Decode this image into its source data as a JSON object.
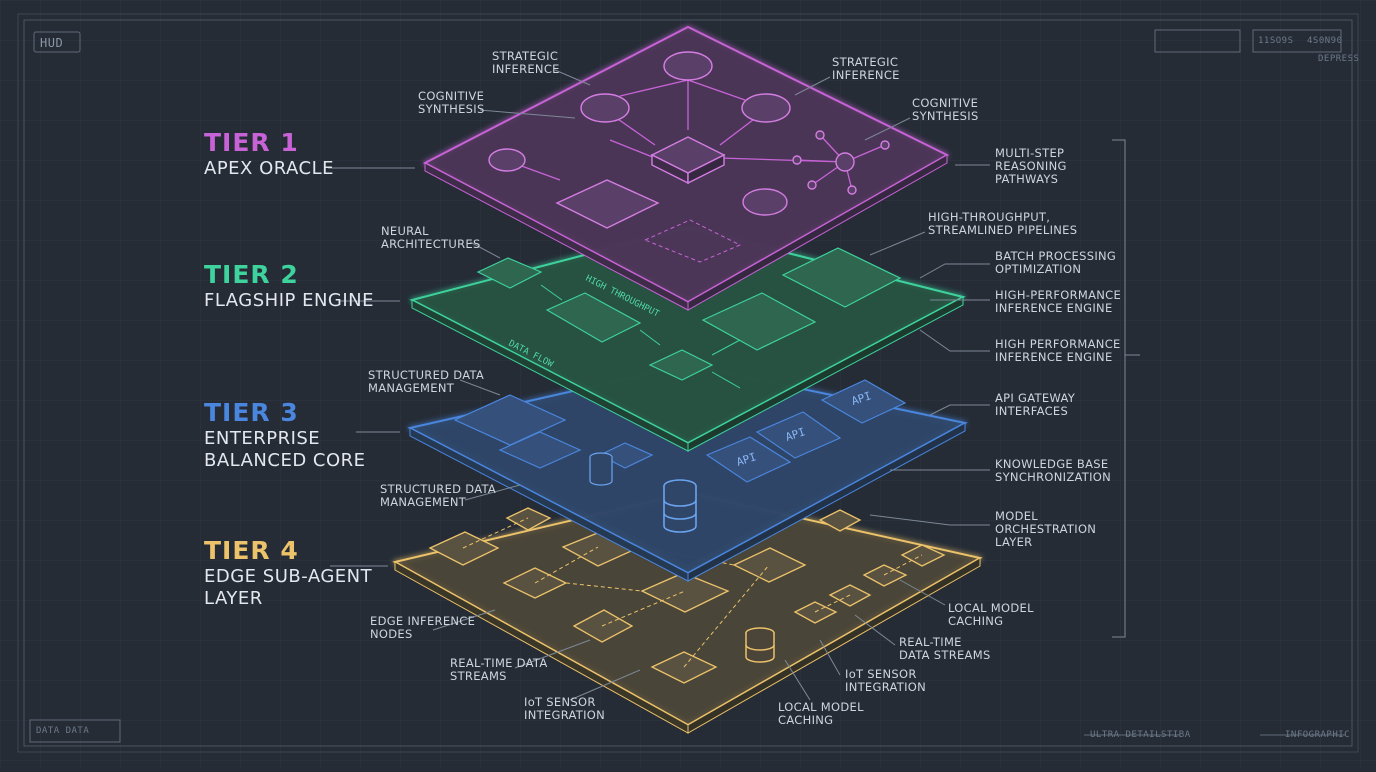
{
  "hud": {
    "badge": "HUD",
    "bottom_left": "DATA DATA",
    "bottom_right_a": "ULTRA DETAILSTIBA",
    "bottom_right_b": "INFOGRAPHIC",
    "top_right_a": "11SO9S",
    "top_right_b": "4S0N90",
    "top_right_c": "DEPRESS"
  },
  "tiers": [
    {
      "num": "TIER 1",
      "name": "APEX ORACLE",
      "color": "#c763d6"
    },
    {
      "num": "TIER 2",
      "name": "FLAGSHIP ENGINE",
      "color": "#3ed29d"
    },
    {
      "num": "TIER 3",
      "name": "ENTERPRISE\nBALANCED CORE",
      "color": "#4a86dd"
    },
    {
      "num": "TIER 4",
      "name": "EDGE SUB-AGENT\nLAYER",
      "color": "#ecc26a"
    }
  ],
  "annotations": {
    "t1_strategic_left": "STRATEGIC\nINFERENCE",
    "t1_cognitive_left": "COGNITIVE\nSYNTHESIS",
    "t1_strategic_right": "STRATEGIC\nINFERENCE",
    "t1_cognitive_right": "COGNITIVE\nSYNTHESIS",
    "t1_multistep": "MULTI-STEP\nREASONING\nPATHWAYS",
    "t2_neural": "NEURAL\nARCHITECTURES",
    "t2_highthroughput": "HIGH-THROUGHPUT,\nSTREAMLINED PIPELINES",
    "t2_batch": "BATCH PROCESSING\nOPTIMIZATION",
    "t2_hpie1": "HIGH-PERFORMANCE\nINFERENCE ENGINE",
    "t2_hpie2": "HIGH PERFORMANCE\nINFERENCE ENGINE",
    "t3_structured_top": "STRUCTURED DATA\nMANAGEMENT",
    "t3_structured_bottom": "STRUCTURED DATA\nMANAGEMENT",
    "t3_api": "API GATEWAY\nINTERFACES",
    "t3_kb": "KNOWLEDGE BASE\nSYNCHRONIZATION",
    "t4_orch": "MODEL\nORCHESTRATION\nLAYER",
    "t4_localcache_right": "LOCAL MODEL\nCACHING",
    "t4_realtime_right": "REAL-TIME\nDATA STREAMS",
    "t4_iot_right": "IoT SENSOR\nINTEGRATION",
    "t4_edge_nodes": "EDGE INFERENCE\nNODES",
    "t4_realtime_left": "REAL-TIME DATA\nSTREAMS",
    "t4_iot_left": "IoT SENSOR\nINTEGRATION",
    "t4_localcache_bottom": "LOCAL MODEL\nCACHING"
  },
  "plate_text": {
    "high_throughput": "HIGH THROUGHPUT",
    "data_flow": "DATA FLOW",
    "api_1": "API",
    "api_2": "API",
    "api_3": "API"
  }
}
